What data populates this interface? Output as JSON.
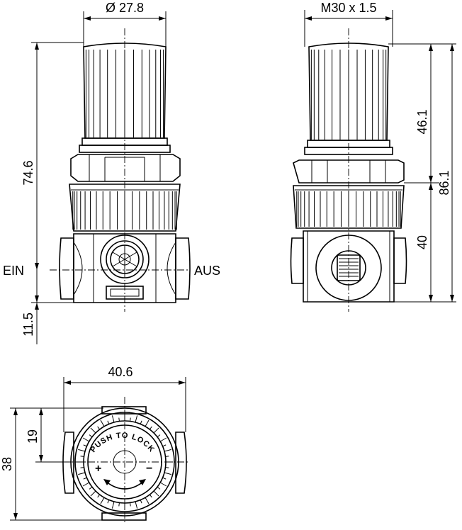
{
  "front_view": {
    "dim_top": "Ø 27.8",
    "dim_left": "74.6",
    "dim_bottom": "11.5",
    "label_in": "EIN",
    "label_out": "AUS"
  },
  "side_view": {
    "dim_top": "M30 x 1.5",
    "dim_upper": "46.1",
    "dim_total": "86.1",
    "dim_lower": "40"
  },
  "top_view": {
    "dim_width": "40.6",
    "dim_half": "19",
    "dim_height": "38",
    "knob_text": "PUSH TO LOCK",
    "plus_sign": "+",
    "minus_sign": "−"
  }
}
